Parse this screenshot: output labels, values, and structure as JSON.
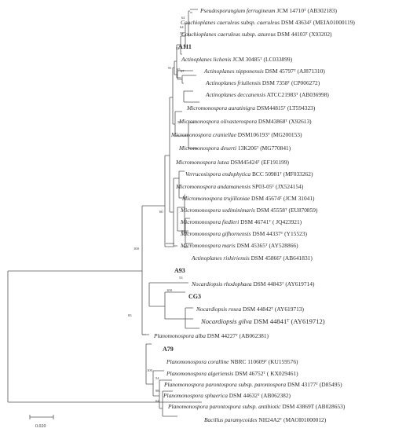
{
  "tree": {
    "leaves": [
      {
        "species": "Pseudosporangium ferrugineum",
        "strain": "JCM 14710ᵀ (AB302183)"
      },
      {
        "species": "Couchioplanes caeruleus subsp. caeruleus",
        "strain": "DSM 43634ᵀ (MEIA01000119)"
      },
      {
        "species": "Couchioplanes caeruleus subsp. azureus",
        "strain": "DSM 44103ᵀ (X93202)"
      },
      {
        "species": "",
        "strain": "A111"
      },
      {
        "species": "Actinoplanes   lichenis",
        "strain": "JCM 30485ᵀ (LC033899)"
      },
      {
        "species": "Actinoplanes nipponensis",
        "strain": "DSM 45797ᵀ (AJ871310)"
      },
      {
        "species": "Actinoplanes friuliensis",
        "strain": "DSM 7358ᵀ (CP006272)"
      },
      {
        "species": "Actinoplanes deccanensis",
        "strain": "ATCC21983ᵀ (AB036998)"
      },
      {
        "species": "Micromonospora auratinigra",
        "strain": "DSM44815ᵀ (LT594323)"
      },
      {
        "species": "Micromonospora olivasterospora",
        "strain": "DSM43868ᵀ (X92613)"
      },
      {
        "species": "Micromonospora craniellae",
        "strain": "DSM106193ᵀ (MG200153)"
      },
      {
        "species": "Micromonospora deserti",
        "strain": "13K206ᵀ (MG770841)"
      },
      {
        "species": "Micromonospora lutea",
        "strain": "DSM45424ᵀ (EF191199)"
      },
      {
        "species": "Verrucosispora endophytica",
        "strain": "BCC 50981ᵀ (MF033262)"
      },
      {
        "species": "Micromonospora andamanensis",
        "strain": "SP03-05ᵀ (JX524154)"
      },
      {
        "species": "Micromonospora trujilloniae",
        "strain": "DSM 45674ᵀ (JCM 31041)"
      },
      {
        "species": "Micromonospora sediminimaris",
        "strain": "DSM 45558ᵀ (EU870859)"
      },
      {
        "species": "Micromonospora fiedleri",
        "strain": "DSM 46741ᵀ ( JQ423921)"
      },
      {
        "species": "Micromonospora gifhornensis",
        "strain": "DSM 44337ᵀ (Y15523)"
      },
      {
        "species": "Micromonospora maris",
        "strain": "DSM 45365ᵀ (AY528866)"
      },
      {
        "species": "Actinoplanes rishiriensis",
        "strain": "DSM 45866ᵀ (AB641831)"
      },
      {
        "species": "",
        "strain": "A93"
      },
      {
        "species": "Nocardiopsis rhodophaea",
        "strain": "DSM 44843ᵀ (AY619714)"
      },
      {
        "species": "",
        "strain": "CG3"
      },
      {
        "species": "Nocardiopsis rosea",
        "strain": "DSM 44842ᵀ (AY619713)"
      },
      {
        "species": "Nocardiopsis gilva",
        "strain": "DSM 44841ᵀ (AY619712)"
      },
      {
        "species": "Planomonospora alba",
        "strain": "DSM 44227ᵀ (AB062381)"
      },
      {
        "species": "",
        "strain": "A79"
      },
      {
        "species": "Planomonospora coralline",
        "strain": "NBRC 110609ᵀ (KU159576)"
      },
      {
        "species": "Planomonospora algeriensis",
        "strain": "DSM 46752ᵀ ( KX029461)"
      },
      {
        "species": "Planomonospora parontospora subsp. parontospora",
        "strain": "DSM 43177ᵀ (D85495)"
      },
      {
        "species": "Planomonospora sphaerica",
        "strain": "DSM 44632ᵀ (AB062382)"
      },
      {
        "species": "Planomonospora parontospora subsp. antibiotic",
        "strain": "DSM 43869T (AB028653)"
      },
      {
        "species": "Bacillus paramycoides",
        "strain": "NH24A2ᵀ (MAOI01000012)"
      }
    ],
    "bootstrap": [
      "62",
      "64",
      "59",
      "52",
      "91",
      "95",
      "67",
      "59",
      "60",
      "64",
      "96",
      "100",
      "53",
      "100",
      "83",
      "100",
      "54",
      "98",
      "64"
    ]
  },
  "scale": {
    "label": "0.020",
    "value": 0.02
  }
}
